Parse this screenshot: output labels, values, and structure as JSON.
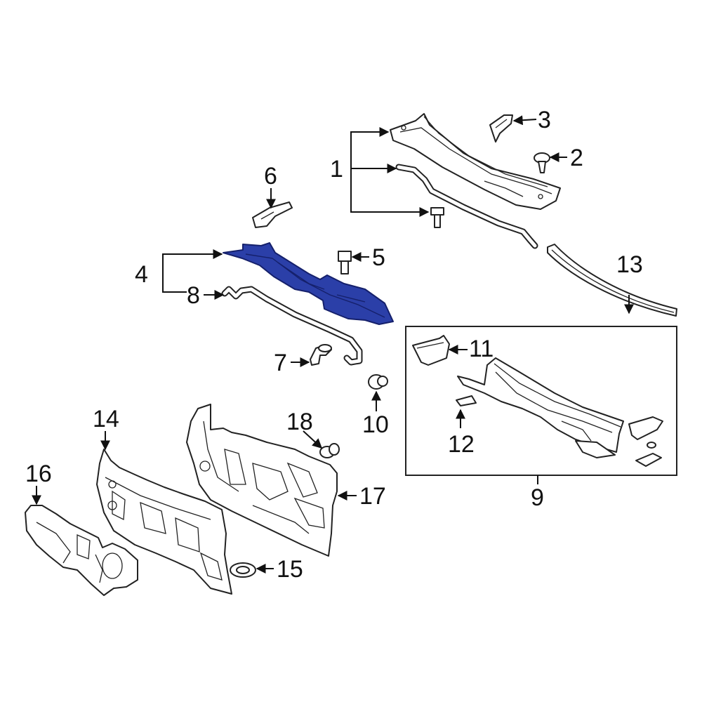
{
  "diagram": {
    "callouts": {
      "c1": "1",
      "c2": "2",
      "c3": "3",
      "c4": "4",
      "c5": "5",
      "c6": "6",
      "c7": "7",
      "c8": "8",
      "c9": "9",
      "c10": "10",
      "c11": "11",
      "c12": "12",
      "c13": "13",
      "c14": "14",
      "c15": "15",
      "c16": "16",
      "c17": "17",
      "c18": "18"
    },
    "highlight_color": "#2b3fa8",
    "highlighted_part": "4"
  }
}
